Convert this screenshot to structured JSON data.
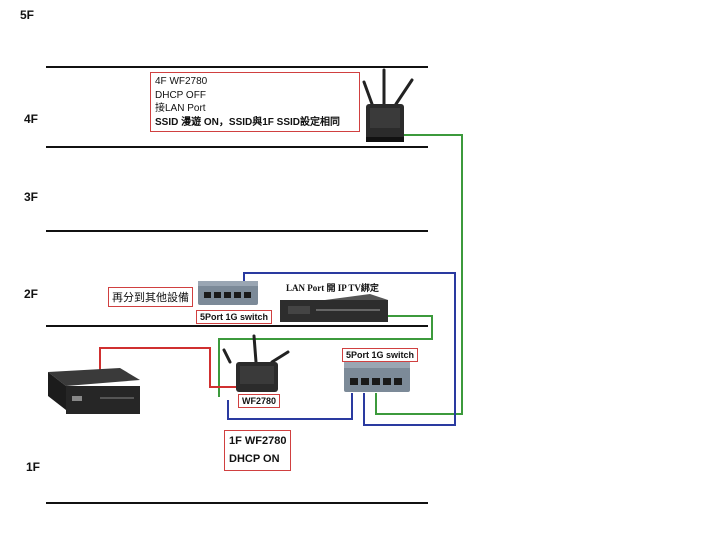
{
  "floors": [
    "5F",
    "4F",
    "3F",
    "2F",
    "1F"
  ],
  "notes": {
    "router_4f": {
      "lines": [
        "4F WF2780",
        "DHCP OFF",
        "接LAN Port",
        "SSID 漫遊 ON，SSID與1F SSID設定相同"
      ]
    },
    "router_1f": {
      "lines": [
        "1F WF2780",
        "DHCP ON"
      ]
    }
  },
  "labels": {
    "other_devices": "再分到其他設備",
    "switch_2f": "5Port 1G switch",
    "lan_iptv": "LAN Port 開 IP TV綁定",
    "switch_1f": "5Port 1G switch",
    "router_1f_tag": "WF2780"
  },
  "cable_colors": {
    "red": "#d03030",
    "green": "#3c9a3c",
    "blue": "#2a3aa0"
  }
}
